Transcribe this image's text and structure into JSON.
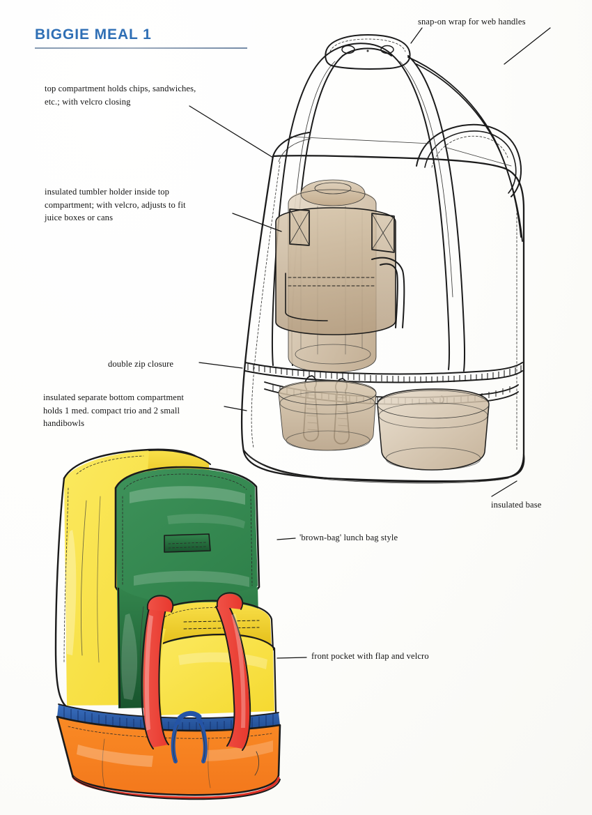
{
  "document": {
    "title": "BIGGIE MEAL 1",
    "type": "product design sketch sheet"
  },
  "annotations": [
    {
      "id": "snap-on-wrap",
      "text": "snap-on wrap for web handles"
    },
    {
      "id": "top-compartment",
      "text": "top compartment holds chips, sandwiches,\netc.; with velcro closing"
    },
    {
      "id": "tumbler-holder",
      "text": "insulated tumbler holder inside top\ncompartment; with velcro, adjusts to fit\njuice boxes or cans"
    },
    {
      "id": "double-zip",
      "text": "double zip closure"
    },
    {
      "id": "bottom-compartment",
      "text": "insulated separate bottom compartment\nholds 1 med. compact trio and 2 small\nhandibowls"
    },
    {
      "id": "insulated-base",
      "text": "insulated base"
    },
    {
      "id": "brown-bag-style",
      "text": "'brown-bag' lunch bag style"
    },
    {
      "id": "front-pocket",
      "text": "front pocket with flap and velcro"
    }
  ],
  "illustrations": [
    {
      "id": "technical-line-drawing",
      "caption": "transparent lunch tote — ink line drawing with tan wash"
    },
    {
      "id": "color-rendering",
      "caption": "finished lunch bag — color marker rendering"
    }
  ],
  "colors": {
    "title_blue": "#2f6fb5",
    "rule": "#6f88a4",
    "ink": "#1b1b1b",
    "paper": "#ffffff",
    "wash_tan": "#c9b294",
    "wash_tan_light": "#ddcdb5",
    "bag_yellow": "#f5d92f",
    "bag_yellow_shade": "#e0bc1c",
    "bag_green": "#2e8049",
    "bag_green_shade": "#1f5f36",
    "bag_red": "#e8392e",
    "bag_red_shade": "#c5241c",
    "bag_orange": "#f3781c",
    "bag_orange_shade": "#d95d10",
    "zipper_blue": "#2a5caa",
    "cord_blue": "#2454a6"
  }
}
